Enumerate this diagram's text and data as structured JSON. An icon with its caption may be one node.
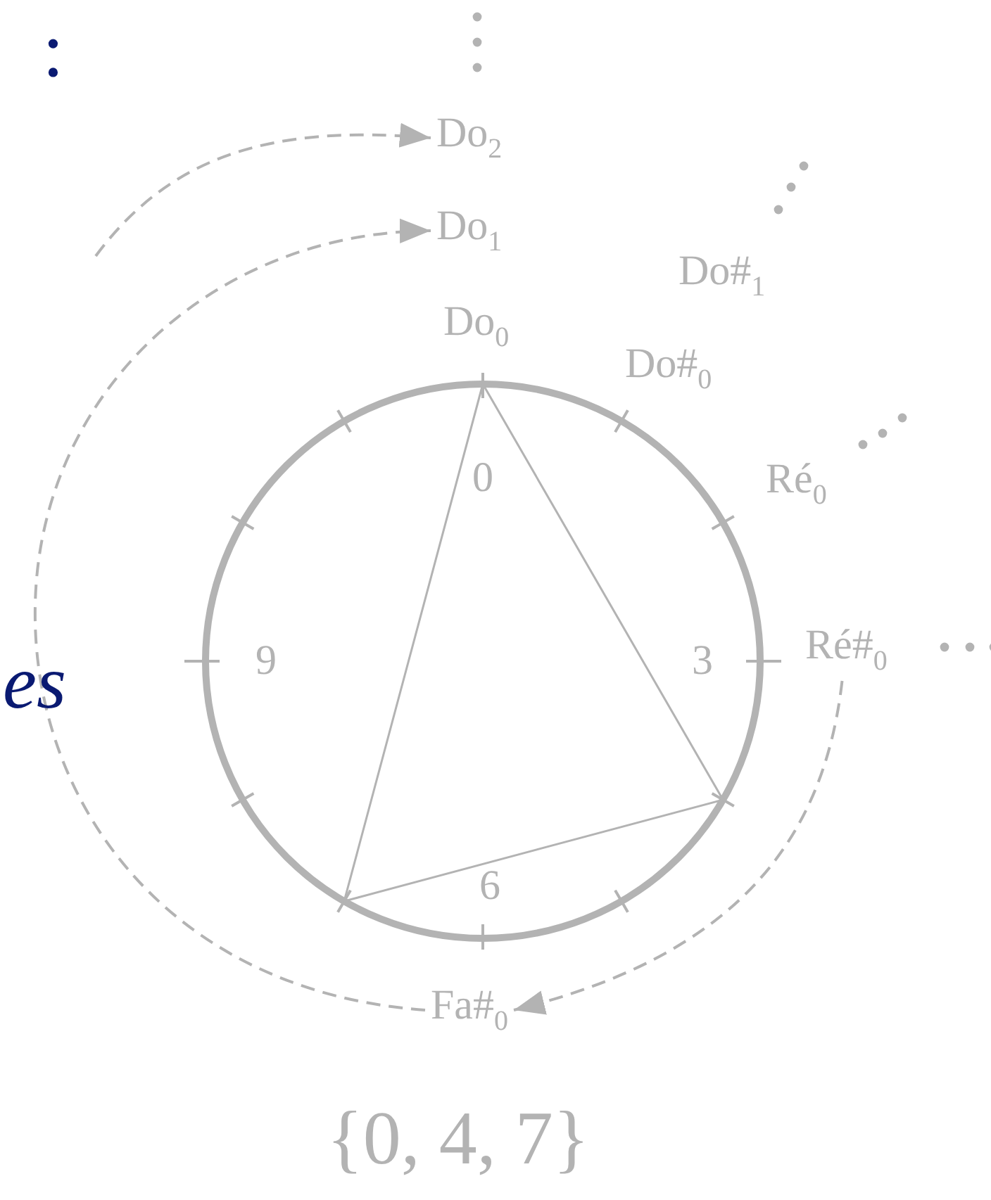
{
  "diagram": {
    "nodes": [
      {
        "text": [
          "Do$_{2}$"
        ]
      },
      {
        "text": [
          "Do$_{1}$"
        ]
      },
      {
        "text": [
          "Do#$_{1}$"
        ]
      },
      {
        "text": [
          "Do$_{0}$"
        ]
      },
      {
        "text": [
          "Do#$_{0}$"
        ]
      },
      {
        "text": [
          "0",
          "9",
          "3",
          "6"
        ]
      },
      {
        "text": [
          "Ré$_{0}$"
        ]
      },
      {
        "text": [
          "Ré#$_{0}$"
        ]
      },
      {
        "text": [
          "Fa#$_{0}$"
        ]
      }
    ],
    "edges": [
      {
        "from": null,
        "to": 0,
        "arrow": "to",
        "style": "dashed"
      },
      {
        "from": 8,
        "to": 1,
        "arrow": "to",
        "style": "dashed"
      },
      {
        "from": 7,
        "to": 8,
        "arrow": "to",
        "style": "dashed"
      }
    ],
    "labels": [
      ":",
      "es",
      "{0, 4, 7}"
    ]
  }
}
